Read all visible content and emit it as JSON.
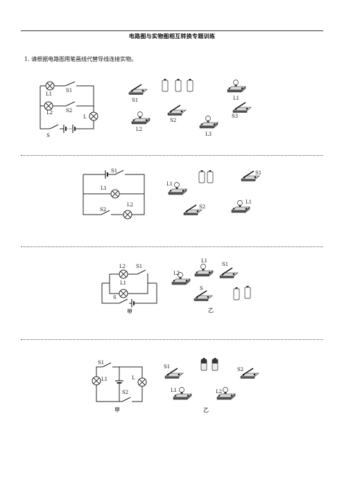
{
  "header": {
    "title": "电路图与实物图相互转换专题训练"
  },
  "question1": {
    "text": "1. 请根据电路图用笔画线代替导线连接实物。"
  },
  "figure1": {
    "circuit": {
      "lamp1": "L1",
      "lamp2": "L2",
      "lampL": "L",
      "switch1": "S1",
      "switch2": "S2",
      "switch_main": "S"
    },
    "objects": {
      "s1": "S1",
      "s2": "S2",
      "s3": "S3",
      "l1": "L1",
      "l2": "L2",
      "l3": "L3"
    }
  },
  "figure2": {
    "circuit": {
      "switch1": "S1",
      "lamp1": "L1",
      "switch2": "S2",
      "lamp2": "L2"
    },
    "objects": {
      "s1": "S1",
      "s2": "S2",
      "l1": "L1",
      "l2": "L1"
    }
  },
  "figure3": {
    "circuit": {
      "lamp2": "L2",
      "switch1": "S1",
      "lamp1": "L1",
      "switch_main": "S",
      "caption": "甲"
    },
    "objects": {
      "l1": "L1",
      "s1": "S1",
      "l2": "L2",
      "s": "S",
      "caption": "乙"
    }
  },
  "figure4": {
    "circuit": {
      "switch1": "S1",
      "lamp1": "L1",
      "lampL": "L",
      "switch2": "S2",
      "caption": "甲"
    },
    "objects": {
      "s1": "S1",
      "s2": "S2",
      "l1": "L1",
      "l2": "L2",
      "caption": "乙"
    }
  }
}
